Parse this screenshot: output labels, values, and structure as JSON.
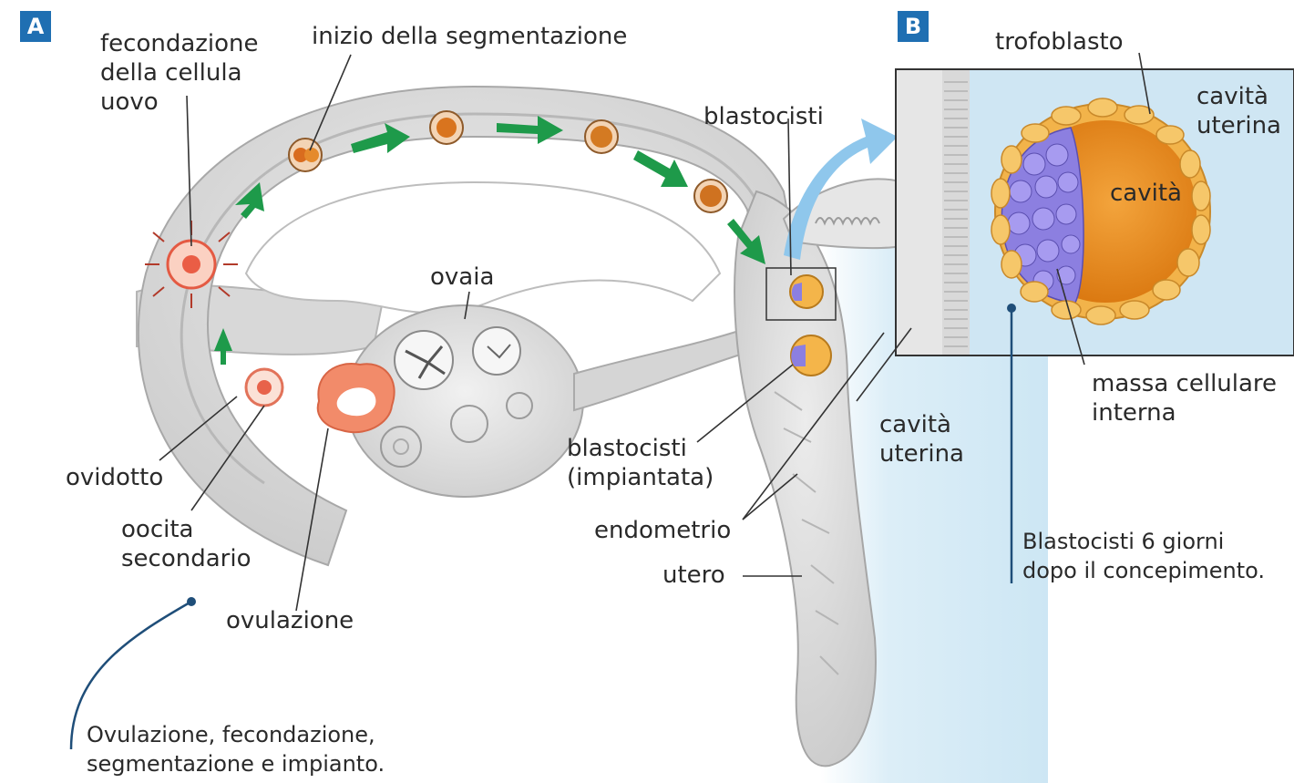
{
  "panels": {
    "a": {
      "badge": "A"
    },
    "b": {
      "badge": "B"
    }
  },
  "labels": {
    "fecondazione": "fecondazione\ndella cellula\nuovo",
    "segmentazione": "inizio della segmentazione",
    "blastocisti": "blastocisti",
    "ovaia": "ovaia",
    "ovidotto": "ovidotto",
    "oocita": "oocita\nsecondario",
    "ovulazione": "ovulazione",
    "blastocisti_impiantata": "blastocisti\n(impiantata)",
    "endometrio": "endometrio",
    "utero": "utero",
    "cavita_uterina_a": "cavità\nuterina",
    "trofoblasto": "trofoblasto",
    "cavita_uterina_b": "cavità\nuterina",
    "cavita": "cavità",
    "massa": "massa cellulare\ninterna"
  },
  "captions": {
    "a": "Ovulazione, fecondazione,\nsegmentazione e impianto.",
    "b": "Blastocisti 6 giorni\ndopo il concepimento."
  },
  "colors": {
    "accent": "#1f6fb2",
    "arrow": "#1e9a4a",
    "tissue": "#d9d9d9",
    "uterine_fluid": "#cfe6f3",
    "trophoblast": "#f2b34a",
    "cavity": "#e8891c",
    "inner_mass": "#8c7fe0"
  }
}
